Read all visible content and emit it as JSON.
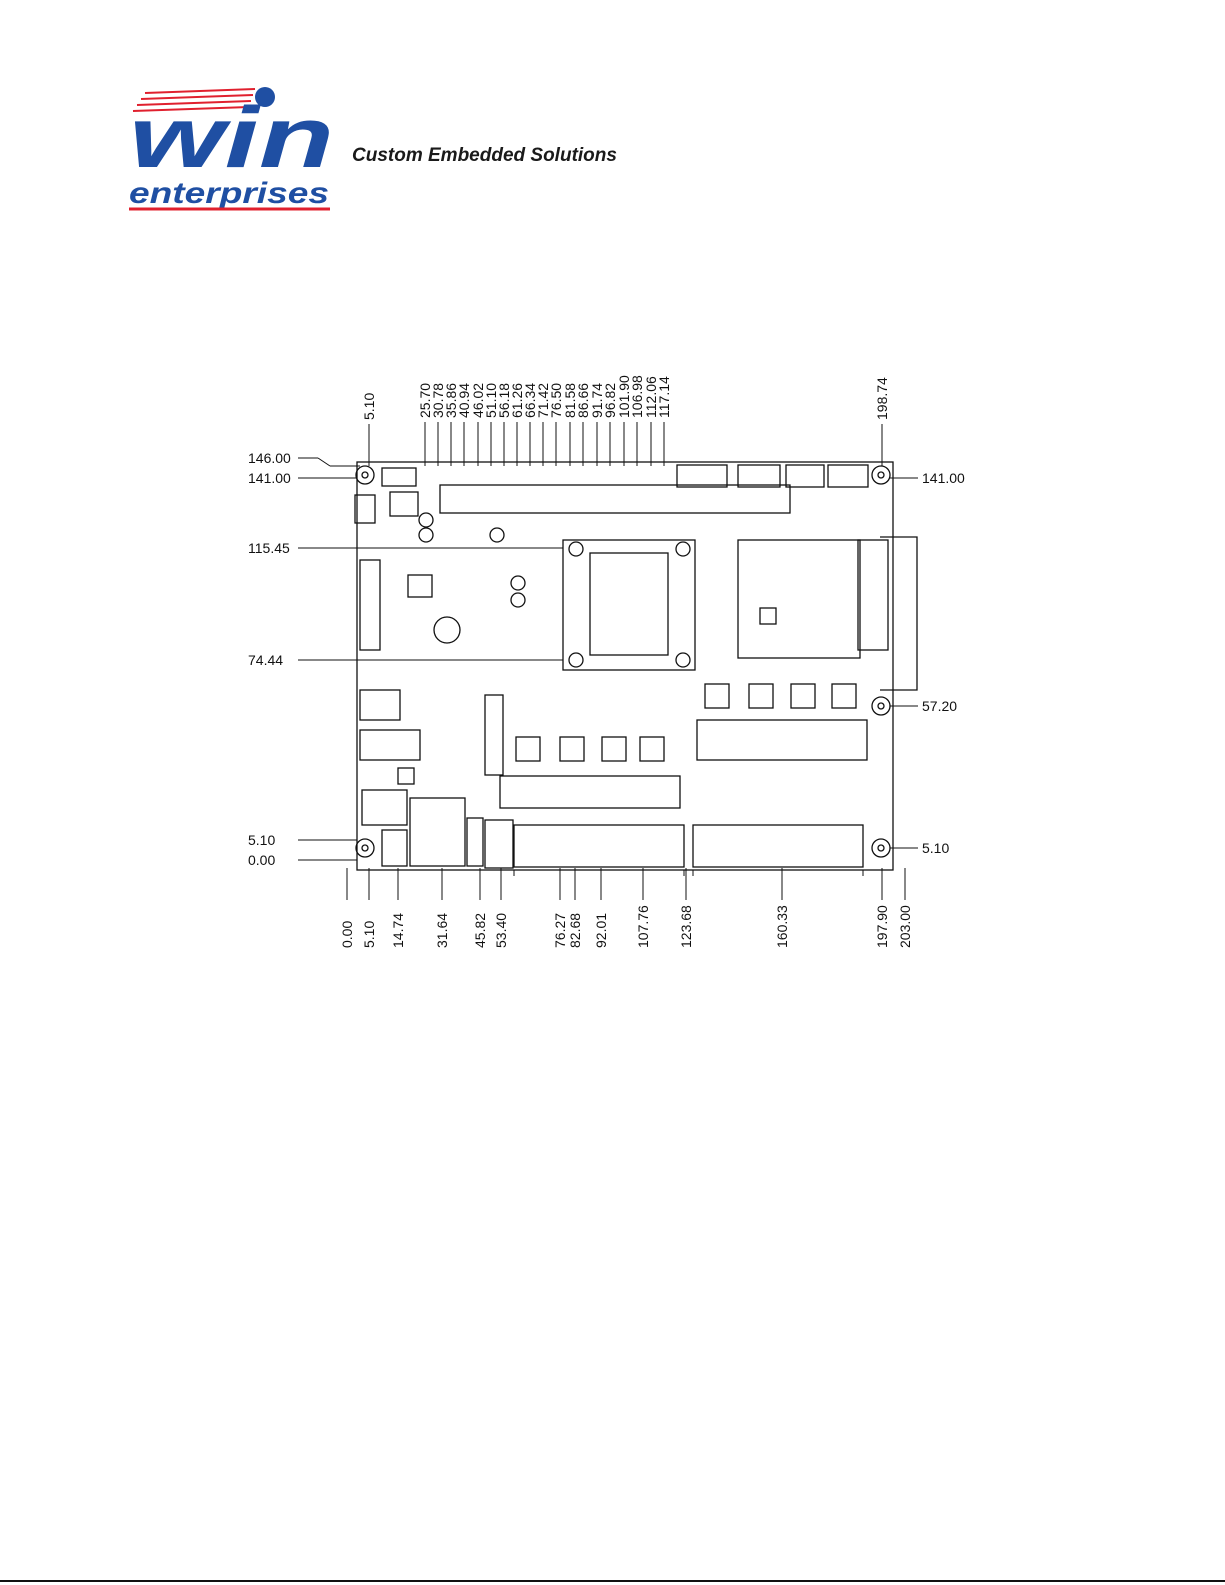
{
  "brand": {
    "logo_text": "win",
    "logo_subtext": "enterprises",
    "tagline": "Custom Embedded Solutions",
    "colors": {
      "blue": "#1f4fa3",
      "red": "#e0202e"
    }
  },
  "drawing": {
    "top_dims": [
      "5.10",
      "25.70",
      "30.78",
      "35.86",
      "40.94",
      "46.02",
      "51.10",
      "56.18",
      "61.26",
      "66.34",
      "71.42",
      "76.50",
      "81.58",
      "86.66",
      "91.74",
      "96.82",
      "101.90",
      "106.98",
      "112.06",
      "117.14",
      "198.74"
    ],
    "left_dims": [
      "146.00",
      "141.00",
      "115.45",
      "74.44",
      "5.10",
      "0.00"
    ],
    "right_dims": [
      "141.00",
      "57.20",
      "5.10"
    ],
    "bottom_dims": [
      "0.00",
      "5.10",
      "14.74",
      "31.64",
      "45.82",
      "53.40",
      "76.27",
      "82.68",
      "92.01",
      "107.76",
      "123.68",
      "160.33",
      "197.90",
      "203.00"
    ]
  }
}
